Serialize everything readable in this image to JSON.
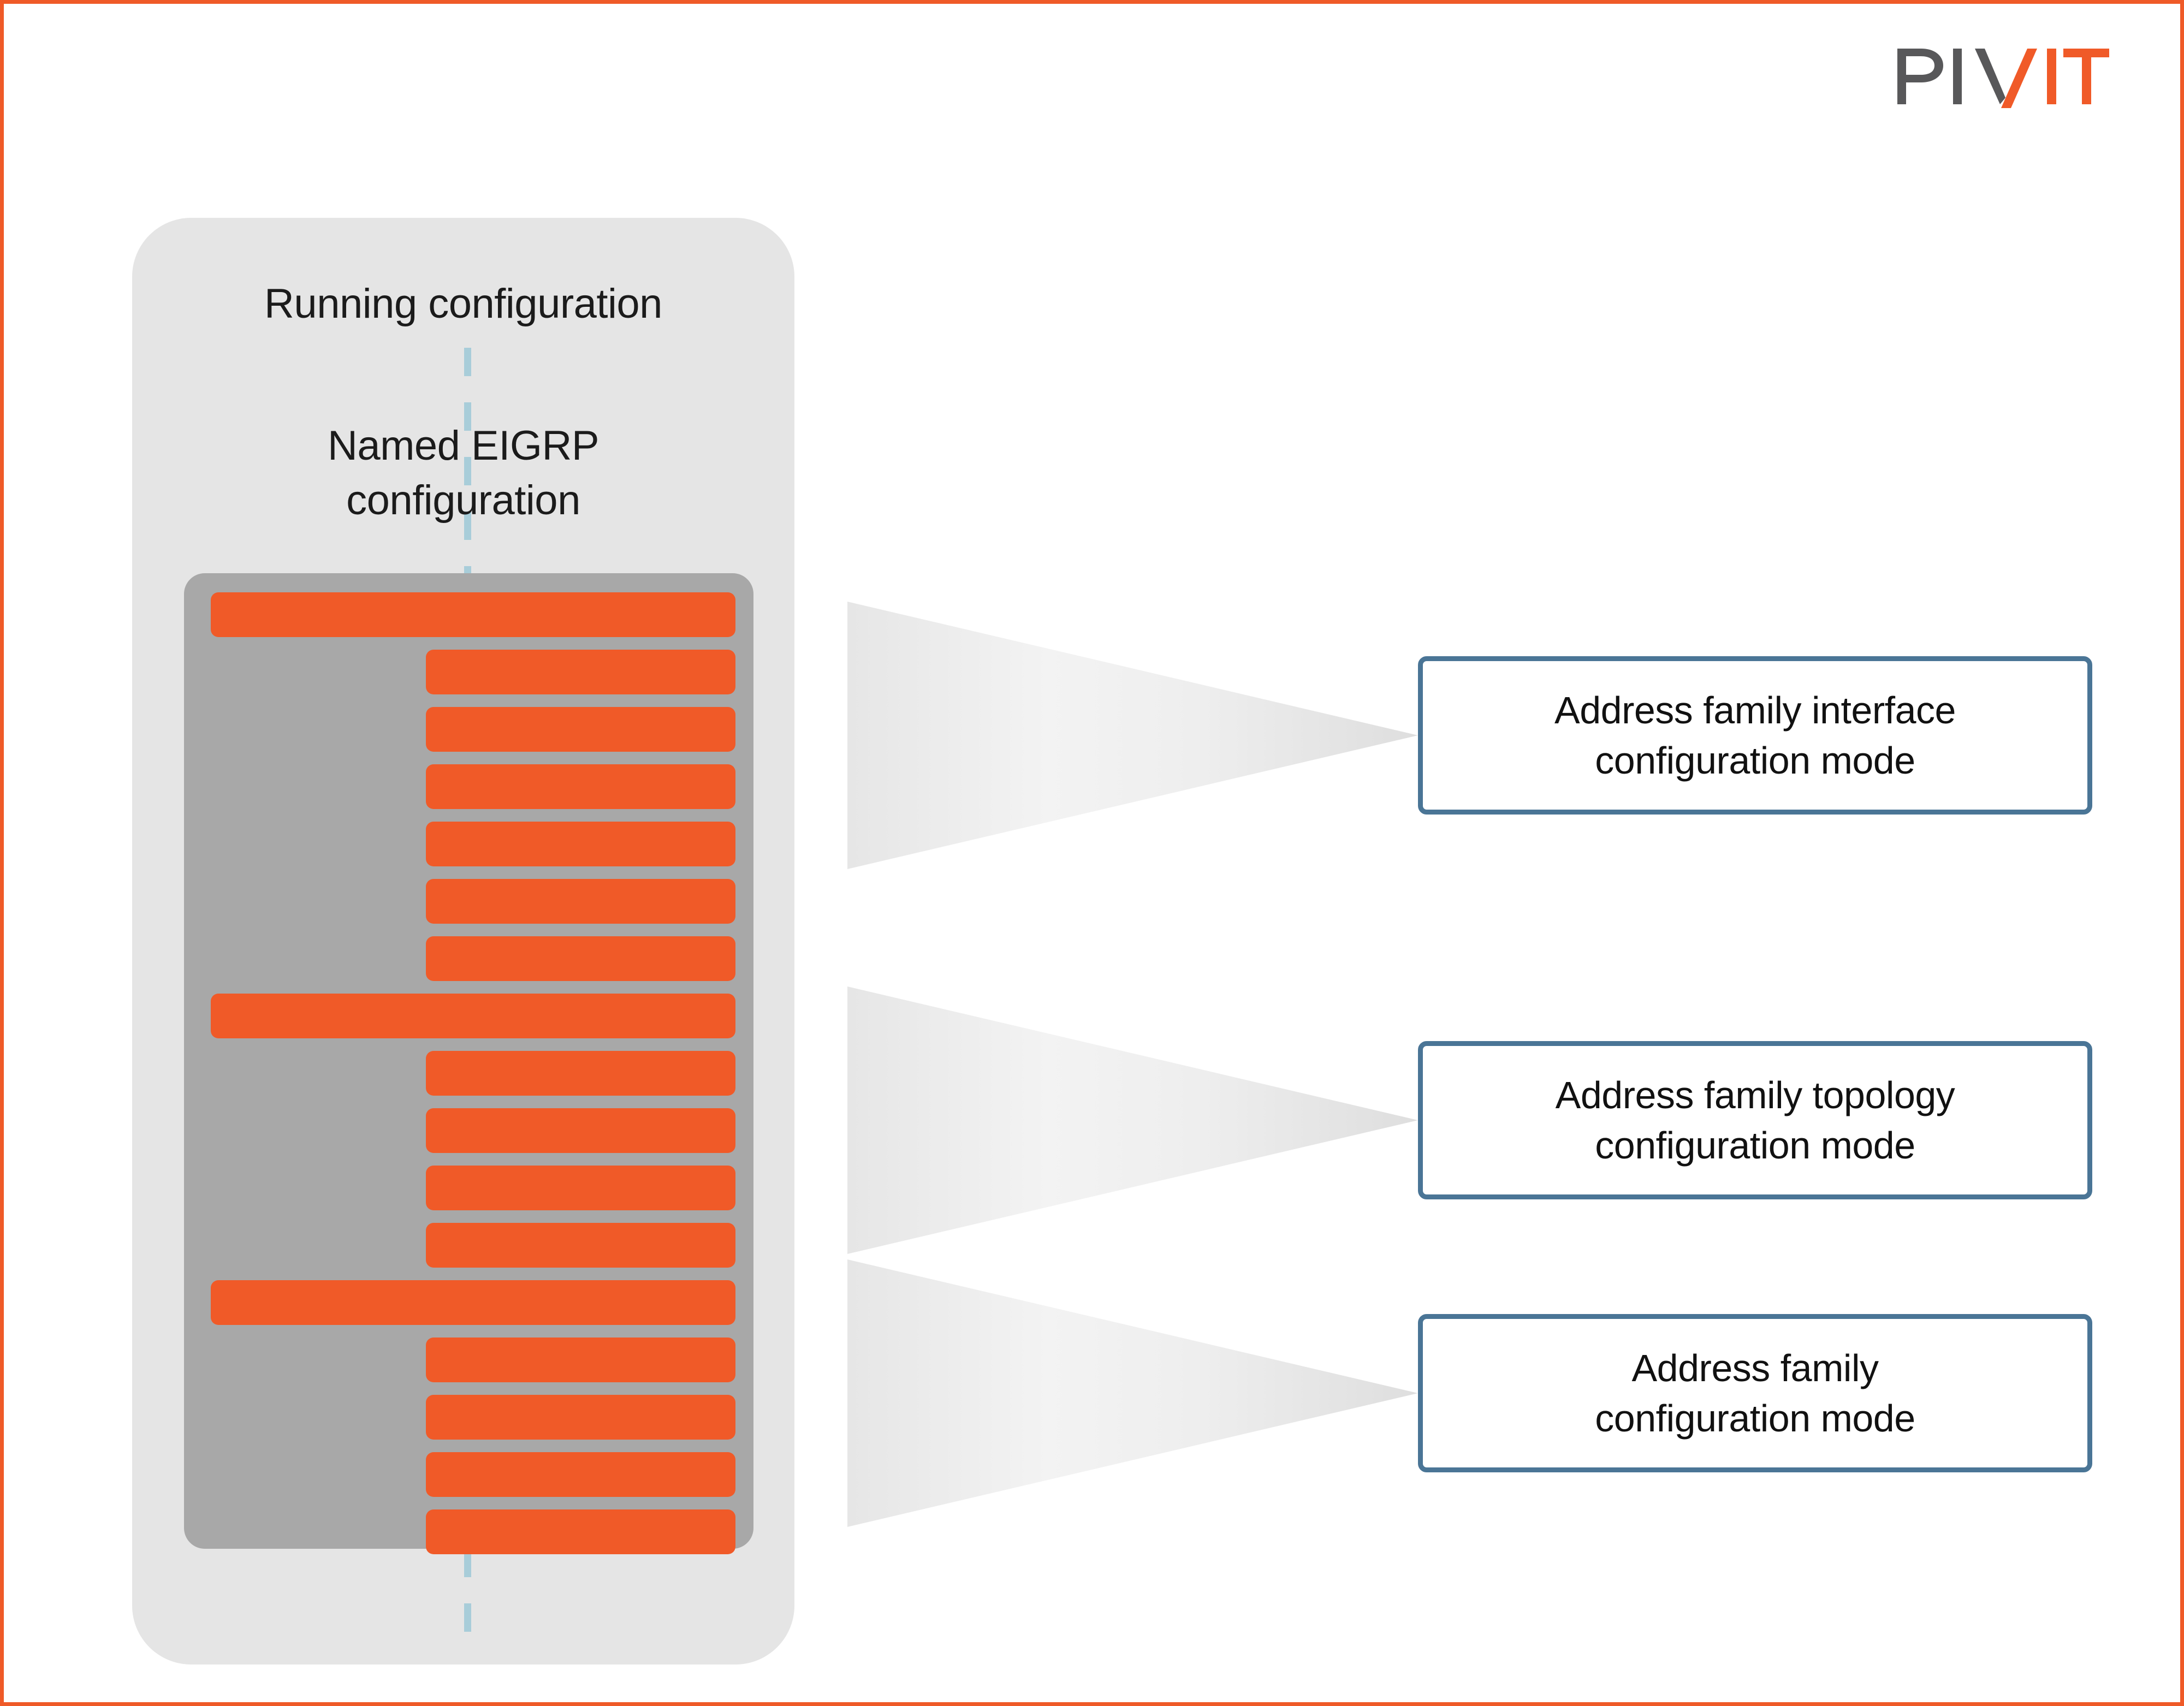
{
  "brand": {
    "logo_text_parts": [
      "PI",
      "V",
      "IT"
    ],
    "logo_name": "PIVIT",
    "primary_orange": "#f05a28",
    "dark_gray": "#58585a"
  },
  "colors": {
    "frame_border": "#ef5a28",
    "outer_panel": "#e5e5e5",
    "inner_panel": "#a8a8a8",
    "bar": "#f05a28",
    "dashed_line": "#a8cdd9",
    "callout_border": "#4a7596",
    "text": "#111111"
  },
  "diagram": {
    "titles": {
      "running_configuration": "Running configuration",
      "named_eigrp_configuration": "Named EIGRP\nconfiguration",
      "named_eigrp_line1": "Named EIGRP",
      "named_eigrp_line2": "configuration"
    },
    "config_lines": [
      {
        "index": 0,
        "indent": "root"
      },
      {
        "index": 1,
        "indent": "child"
      },
      {
        "index": 2,
        "indent": "child"
      },
      {
        "index": 3,
        "indent": "child"
      },
      {
        "index": 4,
        "indent": "child"
      },
      {
        "index": 5,
        "indent": "child"
      },
      {
        "index": 6,
        "indent": "child"
      },
      {
        "index": 7,
        "indent": "root"
      },
      {
        "index": 8,
        "indent": "child"
      },
      {
        "index": 9,
        "indent": "child"
      },
      {
        "index": 10,
        "indent": "child"
      },
      {
        "index": 11,
        "indent": "child"
      },
      {
        "index": 12,
        "indent": "root"
      },
      {
        "index": 13,
        "indent": "child"
      },
      {
        "index": 14,
        "indent": "child"
      },
      {
        "index": 15,
        "indent": "child"
      },
      {
        "index": 16,
        "indent": "child"
      }
    ],
    "callouts": [
      {
        "id": "address-family-interface",
        "line1": "Address family interface",
        "line2": "configuration mode",
        "text": "Address family interface configuration mode"
      },
      {
        "id": "address-family-topology",
        "line1": "Address family topology",
        "line2": "configuration mode",
        "text": "Address family topology configuration mode"
      },
      {
        "id": "address-family",
        "line1": "Address family",
        "line2": "configuration mode",
        "text": "Address family configuration mode"
      }
    ]
  }
}
